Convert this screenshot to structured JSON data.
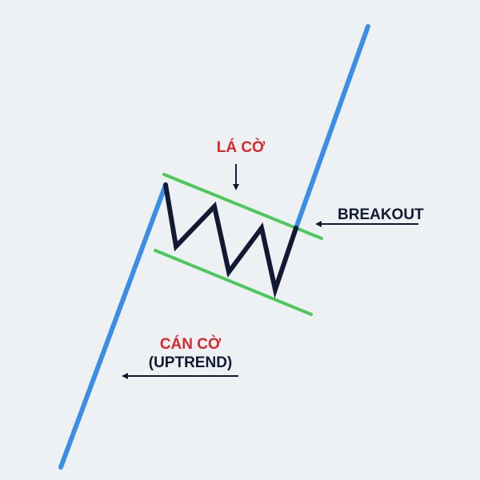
{
  "labels": {
    "flag": "LÁ CỜ",
    "breakout": "BREAKOUT",
    "pole_title": "CÁN CỜ",
    "pole_sub": "(UPTREND)"
  },
  "colors": {
    "background": "#eef1f4",
    "trend_line": "#3b8ee6",
    "channel_line": "#4cc85c",
    "price_zigzag": "#121a33",
    "arrow": "#121a33",
    "accent_label": "#d9272e",
    "dark_label": "#121a33"
  }
}
